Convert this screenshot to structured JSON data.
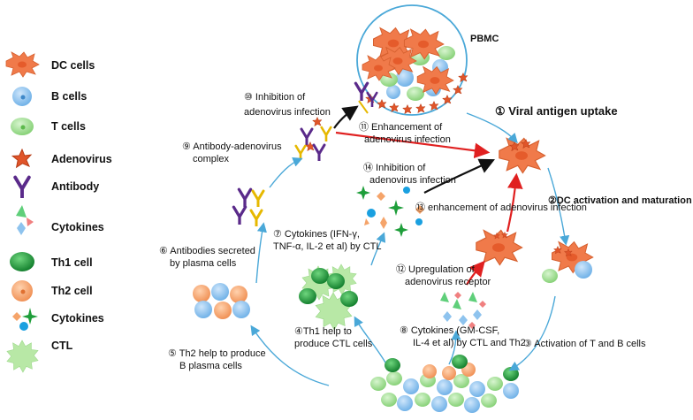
{
  "legend": {
    "items": [
      {
        "label": "DC cells",
        "icon": "dc-cell-icon"
      },
      {
        "label": "B cells",
        "icon": "b-cell-icon"
      },
      {
        "label": "T cells",
        "icon": "t-cell-icon"
      },
      {
        "label": "Adenovirus",
        "icon": "adenovirus-icon"
      },
      {
        "label": "Antibody",
        "icon": "antibody-icon"
      },
      {
        "label": "Cytokines",
        "icon": "cytokines-icon"
      },
      {
        "label": "Th1 cell",
        "icon": "th1-cell-icon"
      },
      {
        "label": "Th2 cell",
        "icon": "th2-cell-icon"
      },
      {
        "label": "Cytokines",
        "icon": "cytokines-small-icon"
      },
      {
        "label": "CTL",
        "icon": "ctl-icon"
      }
    ]
  },
  "labels": {
    "pbmc": "PBMC",
    "step1": "① Viral antigen uptake",
    "step2": "②DC activation and maturation",
    "step3": "③ Activation of T and B cells",
    "step4_line1": "④Th1 help to",
    "step4_line2": "produce CTL cells",
    "step5_line1": "⑤ Th2 help to produce",
    "step5_line2": "B plasma cells",
    "step6_line1": "⑥ Antibodies secreted",
    "step6_line2": "by plasma cells",
    "step7_line1": "⑦ Cytokines (IFN-γ,",
    "step7_line2": "TNF-α, IL-2 et al) by CTL",
    "step8_line1": "⑧ Cytokines (GM-CSF,",
    "step8_line2": "IL-4 et al) by CTL and Th2",
    "step9_line1": "⑨ Antibody-adenovirus",
    "step9_line2": "complex",
    "step10_line1": "⑩ Inhibition of",
    "step10_line2": "adenovirus infection",
    "step11_line1": "⑪ Enhancement of",
    "step11_line2": "adenovirus infection",
    "step12_line1": "⑫ Upregulation of",
    "step12_line2": "adenovirus receptor",
    "step13": "⑬ enhancement of adenovirus infection",
    "step14_line1": "⑭ Inhibition of",
    "step14_line2": "adenovirus infection"
  },
  "colors": {
    "dc": "#f07a4a",
    "b_cell": "#8ec3ee",
    "t_cell": "#9edc8e",
    "th1": "#1e9e3a",
    "th2": "#f5a46a",
    "ctl": "#b8e8a6",
    "adenovirus": "#e0552a",
    "antibody": "#5a2a8a",
    "arrow_blue": "#4aa8d8",
    "arrow_red": "#e02020",
    "arrow_black": "#111111",
    "pbmc_circle": "#4aa8d8"
  }
}
